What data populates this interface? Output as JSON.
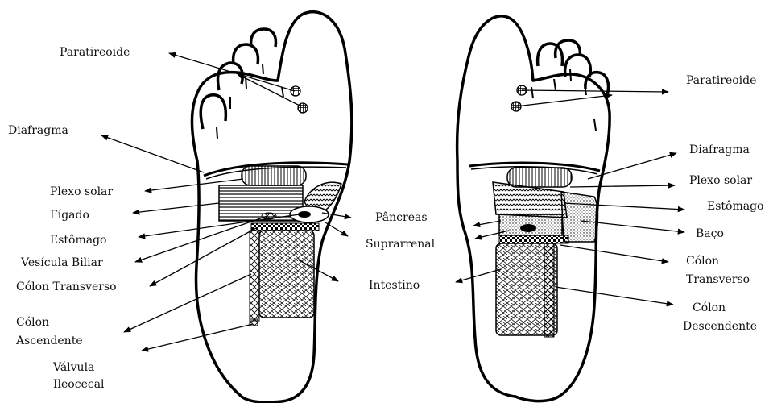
{
  "left_foot": {
    "paratireoide": "Paratireoide",
    "diafragma": "Diafragma",
    "plexo_solar": "Plexo solar",
    "figado": "Fígado",
    "estomago": "Estômago",
    "vesicula_biliar": "Vesícula Biliar",
    "colon_transverso": "Cólon Transverso",
    "colon_ascendente_1": "Cólon",
    "colon_ascendente_2": "Ascendente",
    "valvula_1": "Válvula",
    "valvula_2": "Ileocecal",
    "pancreas": "Pâncreas",
    "suprarrenal": "Suprarrenal",
    "intestino": "Intestino"
  },
  "right_foot": {
    "paratireoide": "Paratireoide",
    "diafragma": "Diafragma",
    "plexo_solar": "Plexo solar",
    "estomago": "Estômago",
    "baco": "Baço",
    "colon_transverso_1": "Cólon",
    "colon_transverso_2": "Transverso",
    "colon_descendente_1": "Cólon",
    "colon_descendente_2": "Descendente"
  },
  "colors": {
    "line": "#000000",
    "background": "#ffffff"
  }
}
